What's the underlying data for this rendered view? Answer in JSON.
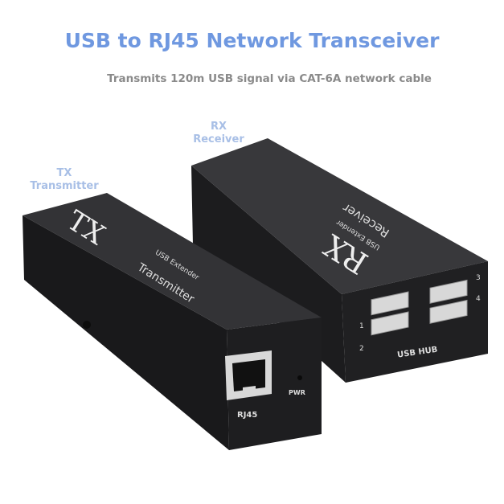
{
  "header": {
    "title": "USB to RJ45 Network Transceiver",
    "subtitle": "Transmits 120m USB signal via CAT-6A network cable"
  },
  "callouts": {
    "rx": {
      "code": "RX",
      "name": "Receiver"
    },
    "tx": {
      "code": "TX",
      "name": "Transmitter"
    }
  },
  "tx_device": {
    "code": "TX",
    "model": "USB Extender",
    "name": "Transmitter",
    "port_label": "RJ45",
    "led_label": "PWR"
  },
  "rx_device": {
    "code": "RX",
    "model": "USB Extender",
    "name": "Receiver",
    "port_label": "USB HUB",
    "port_numbers": [
      "1",
      "2",
      "3",
      "4"
    ]
  },
  "colors": {
    "title": "#6f98e0",
    "callout": "#a8bfe6",
    "device_body": "#2a2a2c"
  }
}
